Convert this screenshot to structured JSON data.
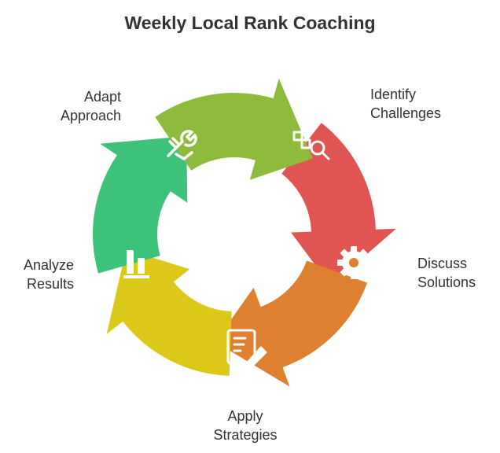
{
  "title": "Weekly Local Rank Coaching",
  "steps": [
    {
      "lines": [
        "Identify",
        "Challenges"
      ],
      "color": "#e05552",
      "icon": "search-document-icon"
    },
    {
      "lines": [
        "Discuss",
        "Solutions"
      ],
      "color": "#df8030",
      "icon": "gear-icon"
    },
    {
      "lines": [
        "Apply",
        "Strategies"
      ],
      "color": "#dcc818",
      "icon": "document-edit-icon"
    },
    {
      "lines": [
        "Analyze",
        "Results"
      ],
      "color": "#3ec27a",
      "icon": "bar-chart-icon"
    },
    {
      "lines": [
        "Adapt",
        "Approach"
      ],
      "color": "#8fbb3c",
      "icon": "tools-icon"
    }
  ]
}
